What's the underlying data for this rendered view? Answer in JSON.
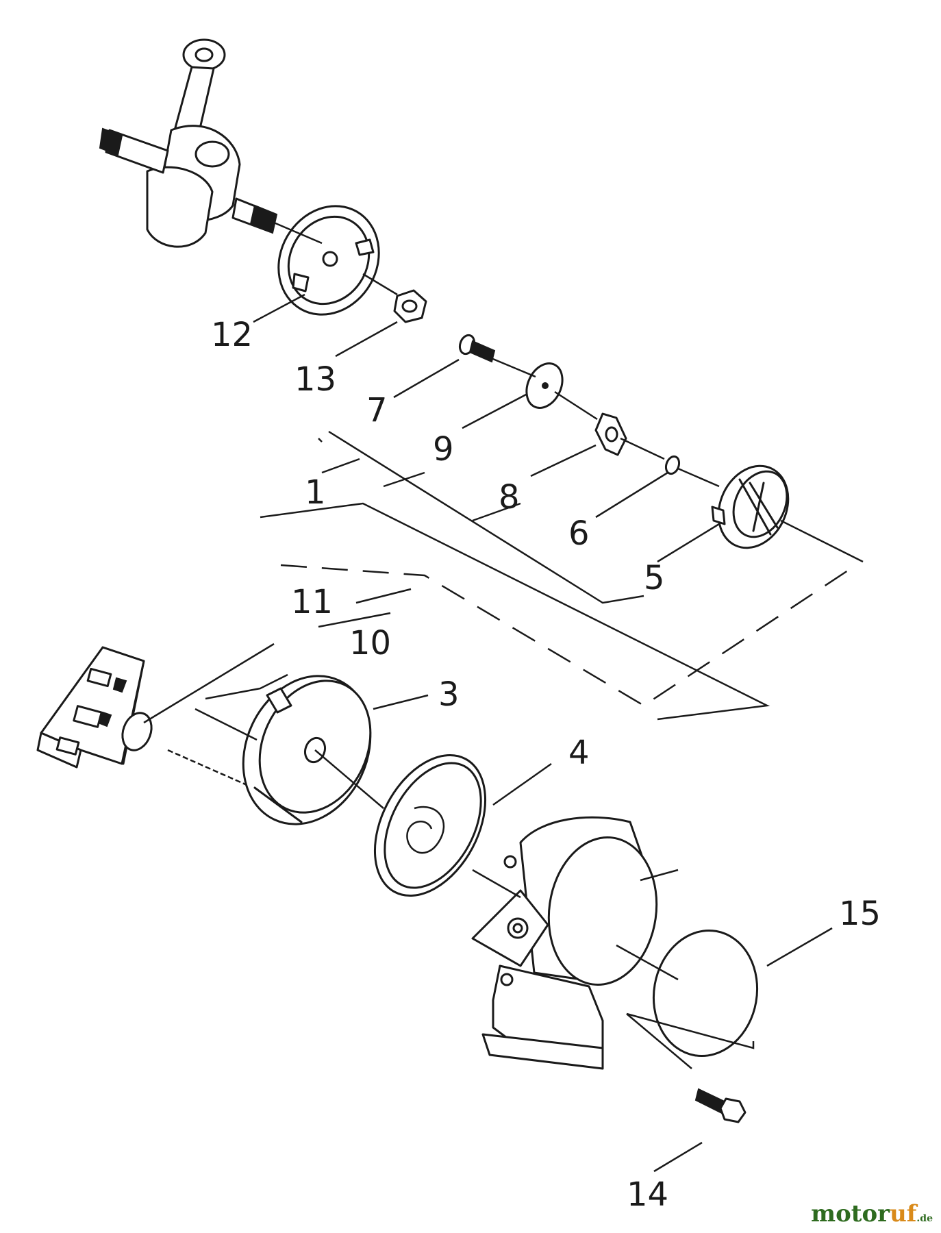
{
  "callouts": {
    "c1": "1",
    "c3": "3",
    "c4": "4",
    "c5": "5",
    "c6": "6",
    "c7": "7",
    "c8": "8",
    "c9": "9",
    "c10": "10",
    "c11": "11",
    "c12": "12",
    "c13": "13",
    "c14": "14",
    "c15": "15"
  },
  "watermark": {
    "main": "motor",
    "accent": "uf",
    "tld": ".de"
  },
  "colors": {
    "line": "#1a1a1a",
    "background": "#ffffff",
    "watermark_green": "#2e6b1f",
    "watermark_orange": "#d98a1a"
  }
}
